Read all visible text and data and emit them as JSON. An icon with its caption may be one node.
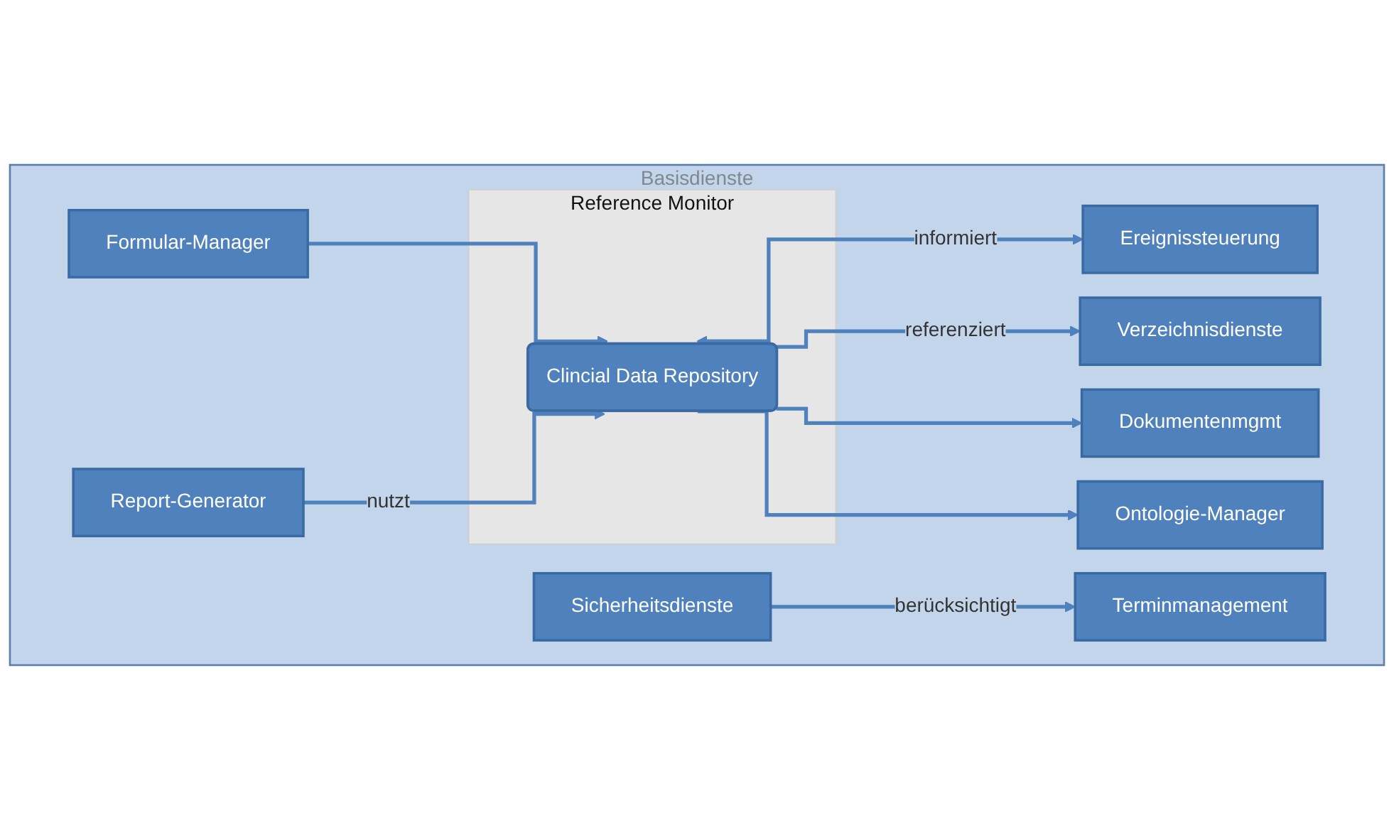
{
  "diagram": {
    "nodes": [
      {
        "text": [
          "Basisdienste"
        ]
      },
      {
        "text": [
          "Reference Monitor"
        ],
        "in": 0
      },
      {
        "text": [
          "Clincial Data Repository"
        ],
        "in": 1
      },
      {
        "text": [
          "Sicherheitsdienste"
        ],
        "in": 0
      },
      {
        "text": [
          "Formular-Manager"
        ],
        "in": 0
      },
      {
        "text": [
          "Report-Generator"
        ],
        "in": 0
      },
      {
        "text": [
          "Ereignissteuerung"
        ],
        "in": 0
      },
      {
        "text": [
          "Verzeichnisdienste"
        ],
        "in": 0
      },
      {
        "text": [
          "Dokumentenmgmt"
        ],
        "in": 0
      },
      {
        "text": [
          "Ontologie-Manager"
        ],
        "in": 0
      },
      {
        "text": [
          "Terminmanagement"
        ],
        "in": 0
      }
    ],
    "edges": [
      {
        "from": 4,
        "to": 2,
        "arrow": "to"
      },
      {
        "from": 5,
        "to": 2,
        "label": "nutzt",
        "arrow": "to"
      },
      {
        "from": 2,
        "to": 6,
        "label": "informiert",
        "arrow": "both"
      },
      {
        "from": 2,
        "to": 7,
        "label": "referenziert",
        "arrow": "to"
      },
      {
        "from": 2,
        "to": 8,
        "arrow": "to"
      },
      {
        "from": 2,
        "to": 9,
        "arrow": "to"
      },
      {
        "from": 3,
        "to": 10,
        "label": "berücksichtigt",
        "arrow": "to"
      }
    ]
  }
}
